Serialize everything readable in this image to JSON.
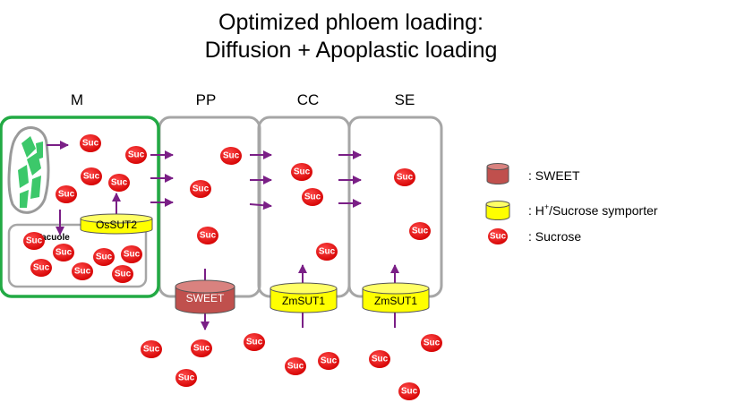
{
  "title": {
    "line1": "Optimized phloem loading:",
    "line2": "Diffusion + Apoplastic loading"
  },
  "cells": {
    "m": "M",
    "pp": "PP",
    "cc": "CC",
    "se": "SE"
  },
  "vacuole_label": "Vacuole",
  "sucrose_label": "Suc",
  "transporters": {
    "ossut2": "OsSUT2",
    "sweet": "SWEET",
    "zmsut1_cc": "ZmSUT1",
    "zmsut1_se": "ZmSUT1"
  },
  "legend": {
    "sweet": ": SWEET",
    "symporter_h": ": H",
    "symporter_sup": "+",
    "symporter_rest": "/Sucrose symporter",
    "sucrose": ": Sucrose"
  },
  "colors": {
    "mesophyll_border": "#22aa44",
    "cell_border": "#a6a6a6",
    "sucrose": "#ee1111",
    "sweet": "#c0504d",
    "symporter": "#ffff00",
    "arrow": "#7a1f86",
    "chloroplast": "#3cc86a"
  }
}
